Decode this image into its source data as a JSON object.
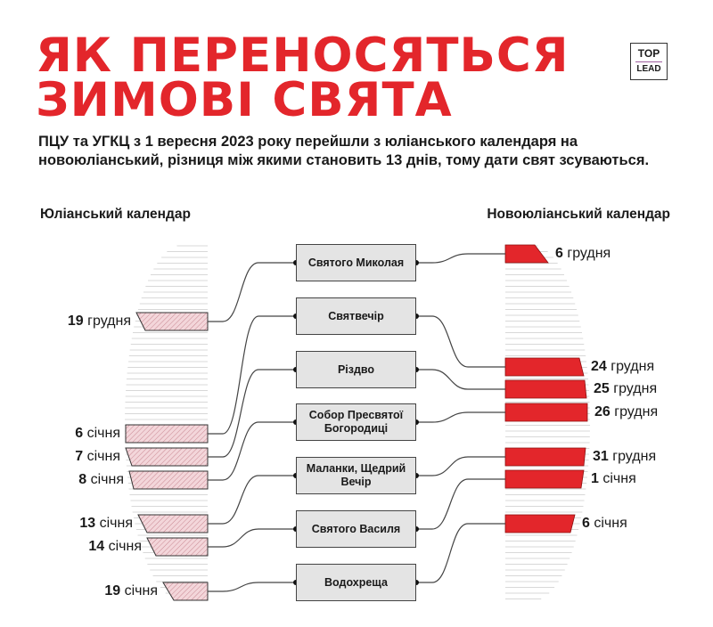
{
  "title": {
    "line1": "ЯК ПЕРЕНОСЯТЬСЯ",
    "line2": "ЗИМОВІ СВЯТА"
  },
  "logo": {
    "top": "TOP",
    "bottom": "LEAD"
  },
  "subtitle": "ПЦУ та УГКЦ з 1 вересня 2023 року перейшли з юліанського календаря на новоюліанський, різниця між якими становить 13 днів, тому дати свят зсуваються.",
  "columns": {
    "julian": "Юліанський календар",
    "new_julian": "Новоюліанський календар"
  },
  "colors": {
    "accent": "#e3262b",
    "hatch": "#e8b4bc",
    "box": "#e4e4e4"
  },
  "holidays": [
    {
      "name": "Святого Миколая",
      "julian": {
        "day": "19",
        "month": "грудня"
      },
      "new": {
        "day": "6",
        "month": "грудня"
      }
    },
    {
      "name": "Святвечір",
      "julian": {
        "day": "6",
        "month": "січня"
      },
      "new": {
        "day": "24",
        "month": "грудня"
      }
    },
    {
      "name": "Різдво",
      "julian": {
        "day": "7",
        "month": "січня"
      },
      "new": {
        "day": "25",
        "month": "грудня"
      }
    },
    {
      "name": "Собор Пресвятої Богородиці",
      "julian": {
        "day": "8",
        "month": "січня"
      },
      "new": {
        "day": "26",
        "month": "грудня"
      }
    },
    {
      "name": "Маланки, Щедрий Вечір",
      "julian": {
        "day": "13",
        "month": "січня"
      },
      "new": {
        "day": "31",
        "month": "грудня"
      }
    },
    {
      "name": "Святого Василя",
      "julian": {
        "day": "14",
        "month": "січня"
      },
      "new": {
        "day": "1",
        "month": "січня"
      }
    },
    {
      "name": "Водохреща",
      "julian": {
        "day": "19",
        "month": "січня"
      },
      "new": {
        "day": "6",
        "month": "січня"
      }
    }
  ]
}
